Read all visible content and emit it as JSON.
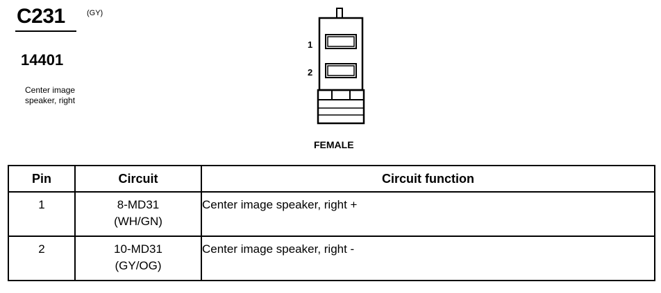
{
  "connector": {
    "id": "C231",
    "color_code": "(GY)",
    "part_number": "14401",
    "description_line1": "Center image",
    "description_line2": "speaker, right",
    "gender": "FEMALE",
    "pin_labels": [
      "1",
      "2"
    ]
  },
  "table": {
    "headers": {
      "pin": "Pin",
      "circuit": "Circuit",
      "function": "Circuit function"
    },
    "rows": [
      {
        "pin": "1",
        "circuit_number": "8-MD31",
        "circuit_color": "(WH/GN)",
        "function": "Center image speaker, right +"
      },
      {
        "pin": "2",
        "circuit_number": "10-MD31",
        "circuit_color": "(GY/OG)",
        "function": "Center image speaker, right -"
      }
    ]
  }
}
